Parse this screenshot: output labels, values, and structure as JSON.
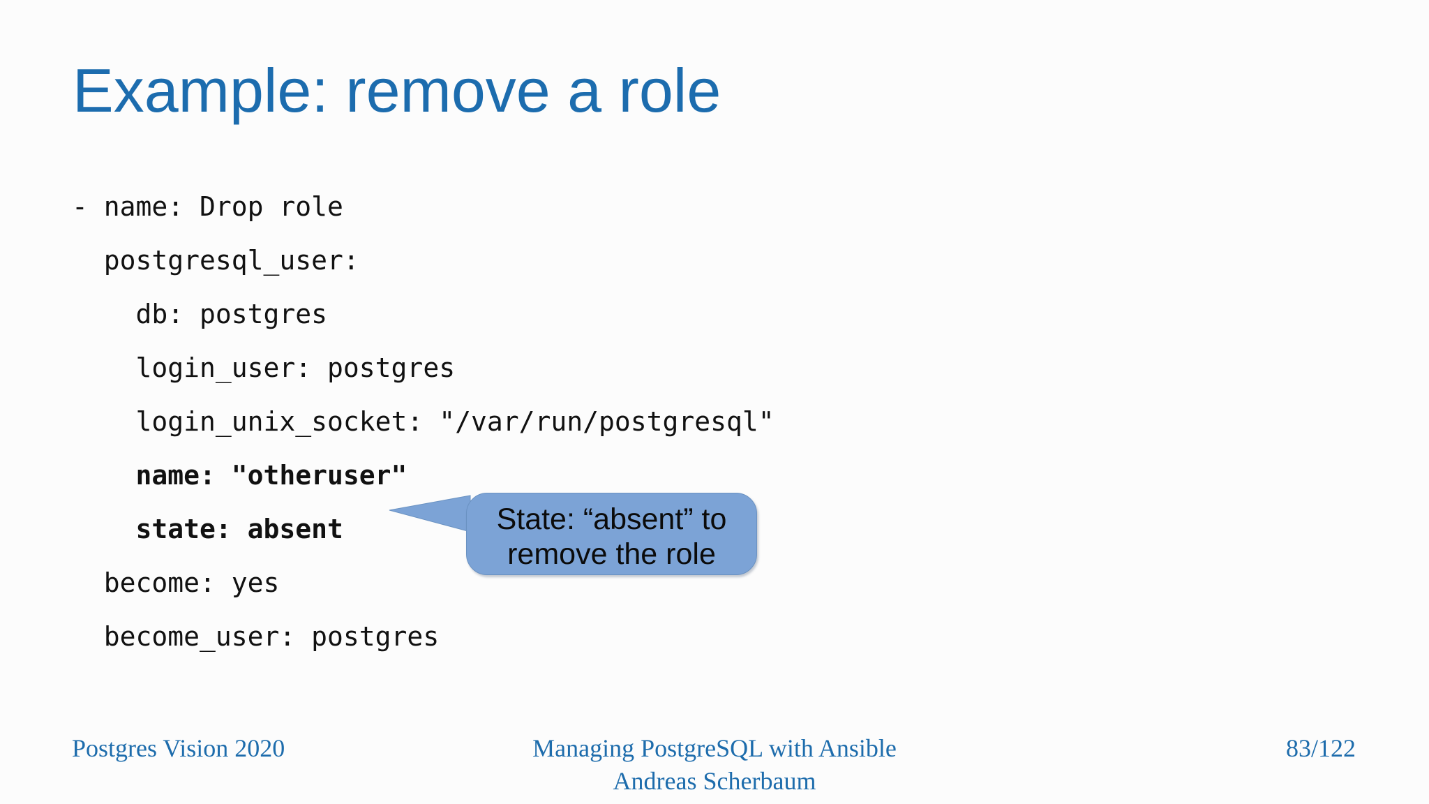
{
  "slide": {
    "title": "Example: remove a role",
    "background_color": "#fcfcfc",
    "title_color": "#1c6cae"
  },
  "code": {
    "language": "yaml",
    "text_color": "#111111",
    "lines": [
      {
        "text": "- name: Drop role",
        "bold": false
      },
      {
        "text": "  postgresql_user:",
        "bold": false
      },
      {
        "text": "    db: postgres",
        "bold": false
      },
      {
        "text": "    login_user: postgres",
        "bold": false
      },
      {
        "text": "    login_unix_socket: \"/var/run/postgresql\"",
        "bold": false
      },
      {
        "text": "    name: \"otheruser\"",
        "bold": true
      },
      {
        "text": "    state: absent",
        "bold": true
      },
      {
        "text": "  become: yes",
        "bold": false
      },
      {
        "text": "  become_user: postgres",
        "bold": false
      }
    ]
  },
  "callout": {
    "line1": "State: “absent” to",
    "line2": "remove the role",
    "fill_color": "#7ca3d6",
    "border_color": "#6a92c2",
    "text_color": "#0b0b0b",
    "points_at": "state: absent"
  },
  "footer": {
    "left": "Postgres Vision 2020",
    "center_line1": "Managing PostgreSQL with Ansible",
    "center_line2": "Andreas Scherbaum",
    "right": "83/122",
    "text_color": "#1d6cac"
  }
}
